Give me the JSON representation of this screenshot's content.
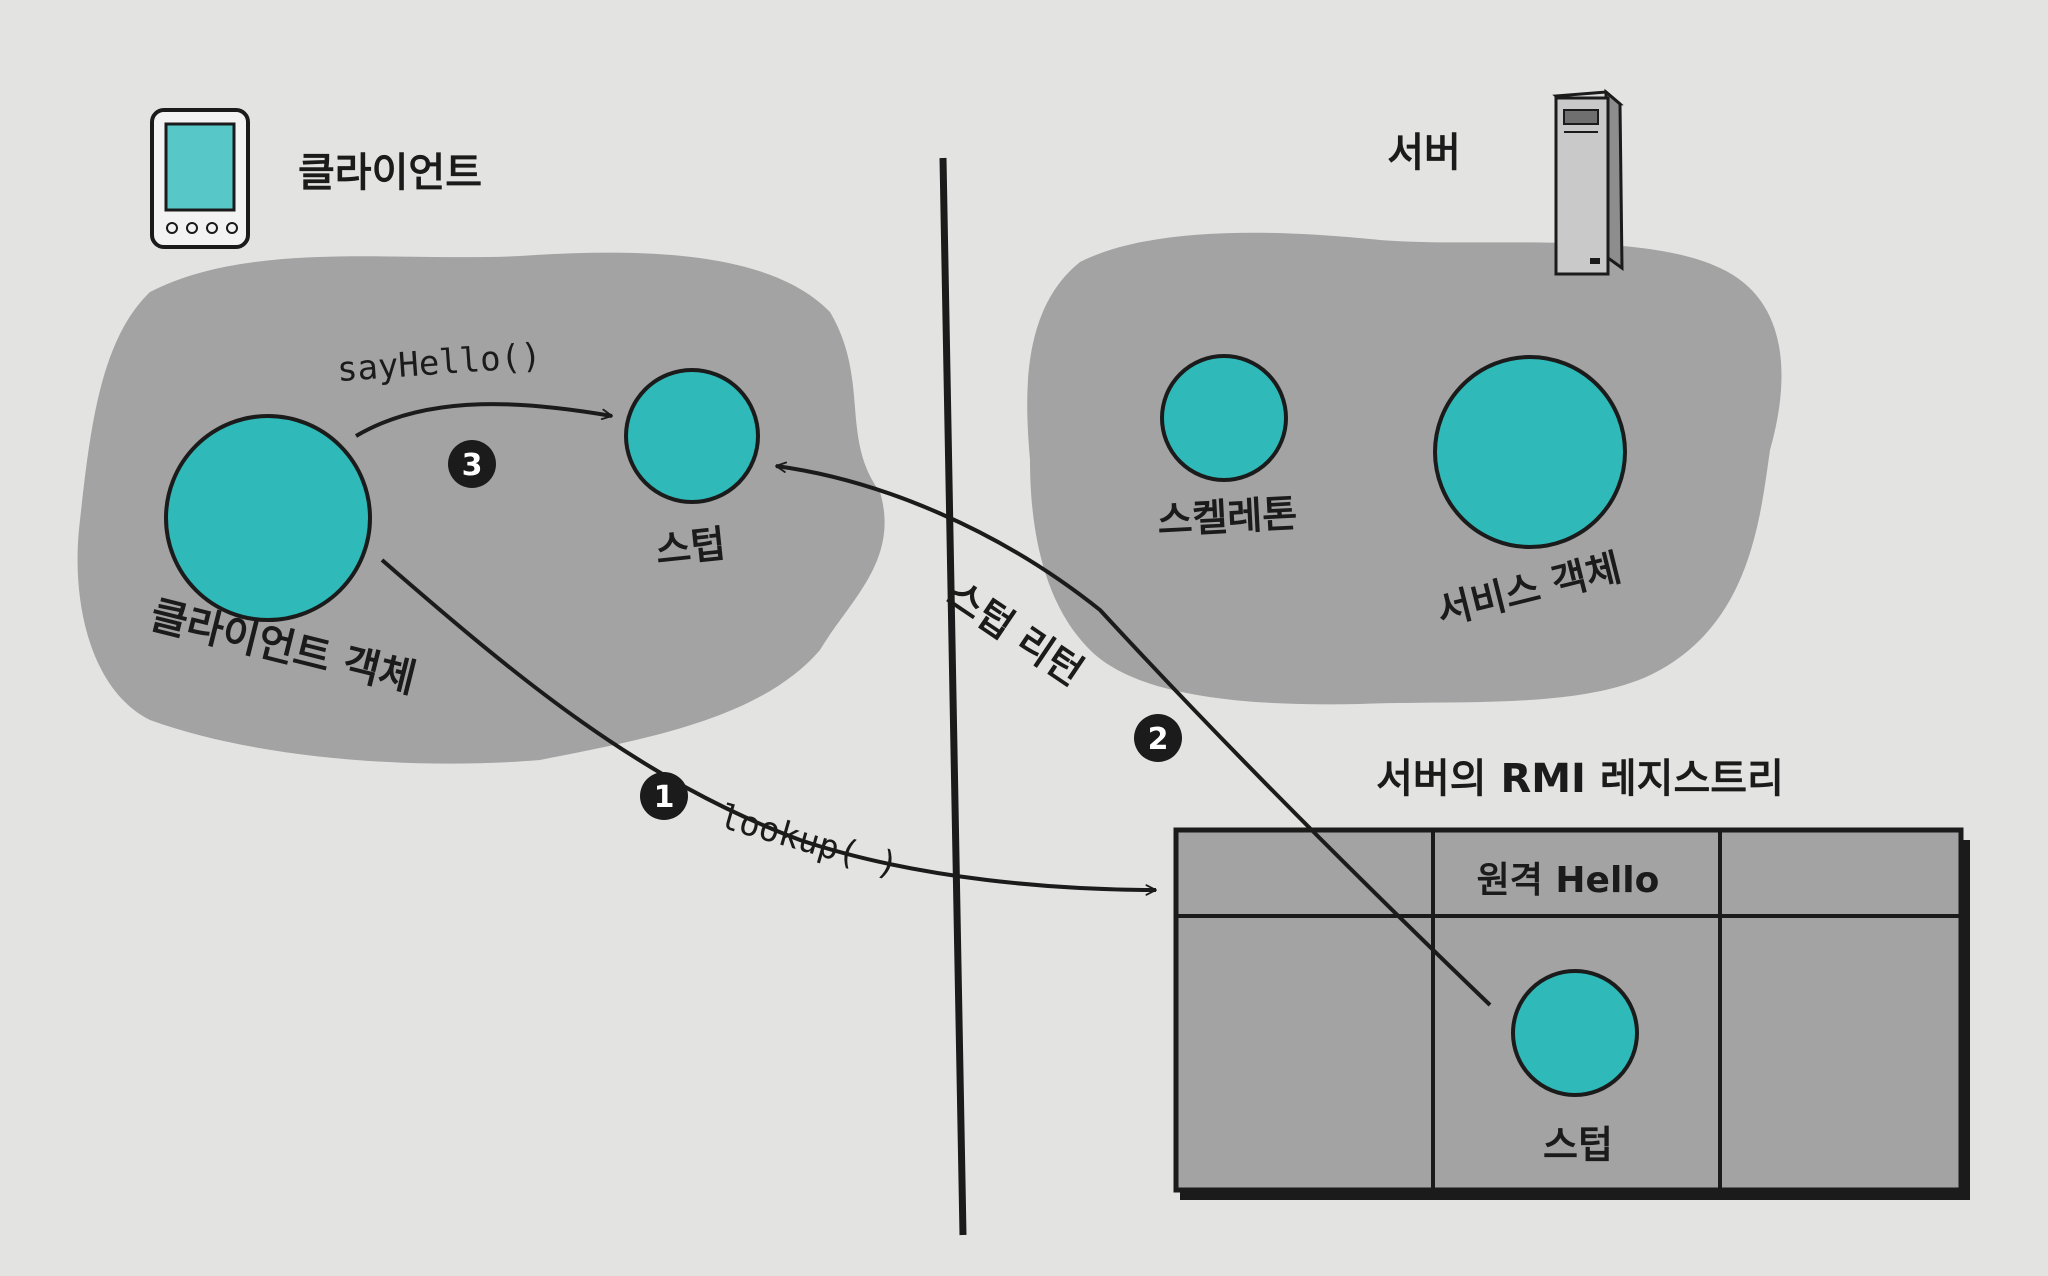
{
  "client": {
    "title": "클라이언트",
    "object_label": "클라이언트 객체",
    "stub_label": "스텁"
  },
  "server": {
    "title": "서버",
    "skeleton_label": "스켈레톤",
    "service_label": "서비스 객체"
  },
  "registry": {
    "title": "서버의 RMI 레지스트리",
    "entry_name": "원격 Hello",
    "stub_label": "스텁"
  },
  "steps": [
    {
      "number": "1",
      "label": "lookup( )"
    },
    {
      "number": "2",
      "label": "스텁 리턴"
    },
    {
      "number": "3",
      "label": "sayHello()"
    }
  ],
  "colors": {
    "object_fill": "#2fb9b8",
    "blob_fill": "#a3a3a3",
    "background": "#e3e4e2",
    "ink": "#1b1b1b"
  },
  "icons": {
    "client_device": "tablet-icon",
    "server_machine": "server-tower-icon"
  }
}
